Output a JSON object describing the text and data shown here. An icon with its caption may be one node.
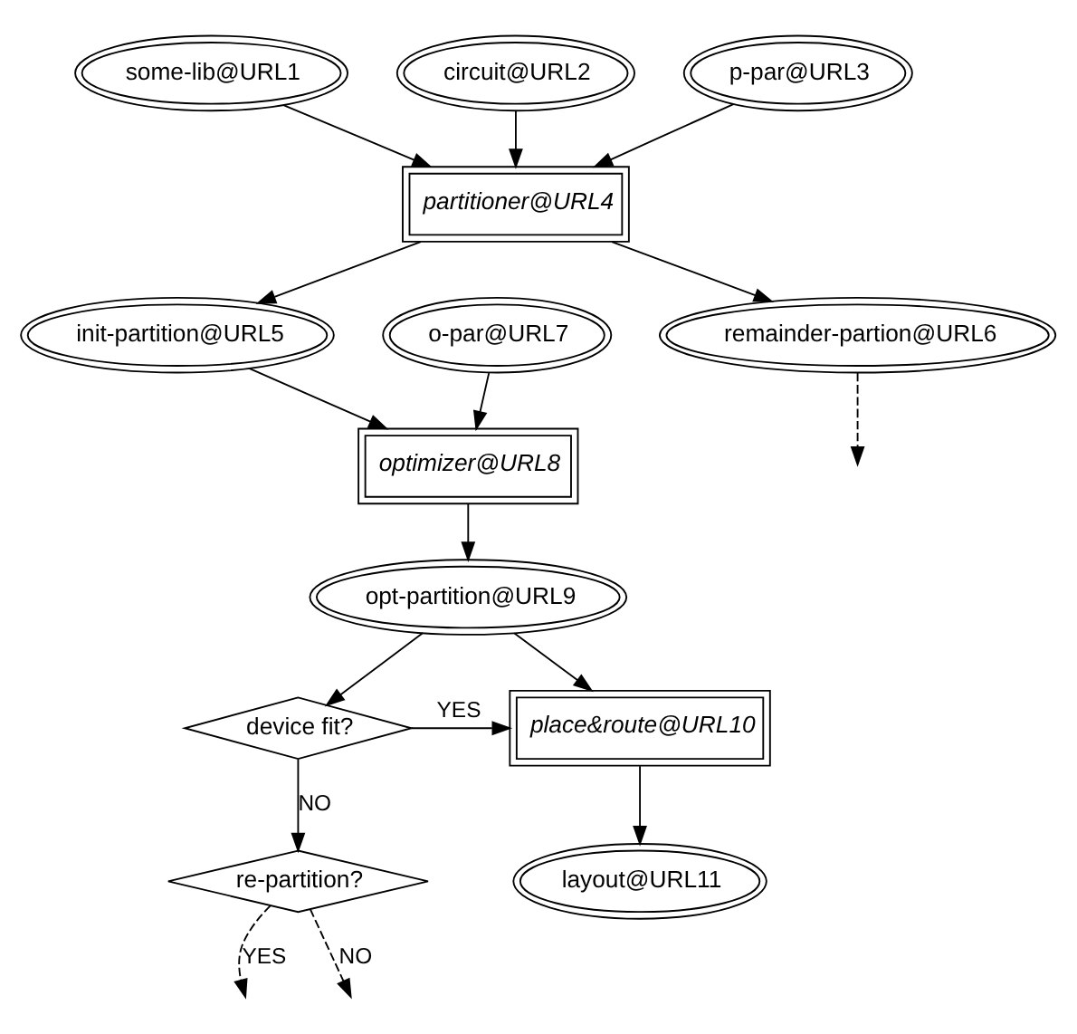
{
  "diagram": {
    "nodes": [
      {
        "text": [
          "some-lib@URL1"
        ]
      },
      {
        "text": [
          "circuit@URL2"
        ]
      },
      {
        "text": [
          "p-par@URL3"
        ]
      },
      {
        "text": [
          "partitioner@URL4"
        ]
      },
      {
        "text": [
          "init-partition@URL5"
        ]
      },
      {
        "text": [
          "remainder-partion@URL6"
        ]
      },
      {
        "text": [
          "o-par@URL7"
        ]
      },
      {
        "text": [
          "optimizer@URL8"
        ]
      },
      {
        "text": [
          "opt-partition@URL9"
        ]
      },
      {
        "text": [
          "device fit?"
        ]
      },
      {
        "text": [
          "place&route@URL10"
        ]
      },
      {
        "text": [
          "layout@URL11"
        ]
      },
      {
        "text": [
          "re-partition?"
        ]
      }
    ],
    "edges": [
      {
        "from": 0,
        "to": 3,
        "arrow": "to"
      },
      {
        "from": 1,
        "to": 3,
        "arrow": "to"
      },
      {
        "from": 2,
        "to": 3,
        "arrow": "to"
      },
      {
        "from": 3,
        "to": 4,
        "arrow": "to"
      },
      {
        "from": 3,
        "to": 5,
        "arrow": "to"
      },
      {
        "from": 5,
        "to": null,
        "arrow": "to",
        "style": "dashed"
      },
      {
        "from": 4,
        "to": 7,
        "arrow": "to"
      },
      {
        "from": 6,
        "to": 7,
        "arrow": "to"
      },
      {
        "from": 7,
        "to": 8,
        "arrow": "to"
      },
      {
        "from": 8,
        "to": 10,
        "arrow": "to"
      },
      {
        "from": 8,
        "to": 9,
        "arrow": "to"
      },
      {
        "from": 9,
        "to": 10,
        "label": "YES",
        "arrow": "to"
      },
      {
        "from": 9,
        "to": 12,
        "label": "NO",
        "arrow": "to"
      },
      {
        "from": 10,
        "to": 11,
        "arrow": "to"
      },
      {
        "from": 12,
        "to": null,
        "label": "YES",
        "arrow": "to",
        "style": "dashed"
      },
      {
        "from": 12,
        "to": null,
        "label": "NO",
        "arrow": "to",
        "style": "dashed"
      }
    ]
  }
}
